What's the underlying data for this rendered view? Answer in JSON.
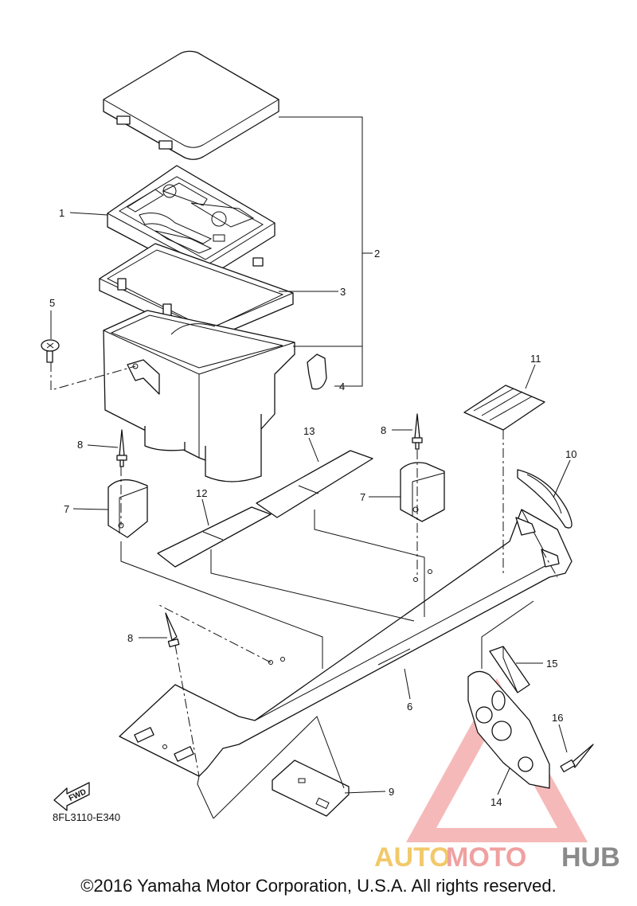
{
  "callouts": {
    "c1": "1",
    "c2": "2",
    "c3": "3",
    "c4": "4",
    "c5": "5",
    "c6": "6",
    "c7a": "7",
    "c7b": "7",
    "c8a": "8",
    "c8b": "8",
    "c8c": "8",
    "c9": "9",
    "c10": "10",
    "c11": "11",
    "c12": "12",
    "c13": "13",
    "c14": "14",
    "c15": "15",
    "c16": "16"
  },
  "fwd_label": "FWD",
  "diagram_code": "8FL3110-E340",
  "watermark": {
    "part1": "AUTO",
    "part2": "MOTO",
    "part3": "HUB",
    "colors": {
      "auto": "#f2c96a",
      "moto": "#f0a0a0",
      "hub": "#8a8a8a",
      "triangle": "#f08080"
    }
  },
  "copyright": "©2016 Yamaha Motor Corporation, U.S.A. All rights reserved."
}
